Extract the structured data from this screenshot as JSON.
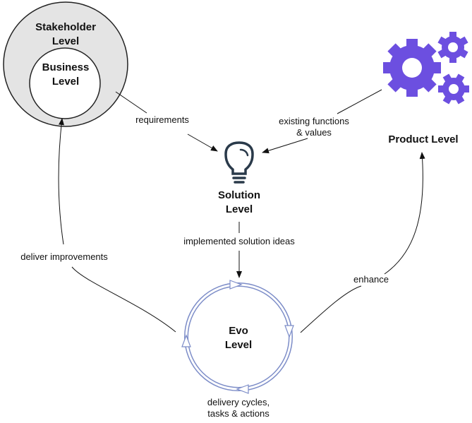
{
  "nodes": {
    "stakeholder": {
      "line1": "Stakeholder",
      "line2": "Level"
    },
    "business": {
      "line1": "Business",
      "line2": "Level"
    },
    "solution": {
      "line1": "Solution",
      "line2": "Level"
    },
    "product": {
      "label": "Product Level"
    },
    "evo": {
      "line1": "Evo",
      "line2": "Level"
    }
  },
  "edges": {
    "requirements": "requirements",
    "existing_line1": "existing functions",
    "existing_line2": "& values",
    "implemented": "implemented solution ideas",
    "deliver": "deliver improvements",
    "enhance": "enhance",
    "cycles_line1": "delivery cycles,",
    "cycles_line2": "tasks & actions"
  },
  "icons": {
    "solution": "lightbulb-icon",
    "product": "gears-icon"
  },
  "colors": {
    "gears": "#6c4fe0",
    "cycle": "#7d8dc8",
    "stakeholder_fill": "#e4e4e4",
    "bulb": "#2a3a4a"
  }
}
